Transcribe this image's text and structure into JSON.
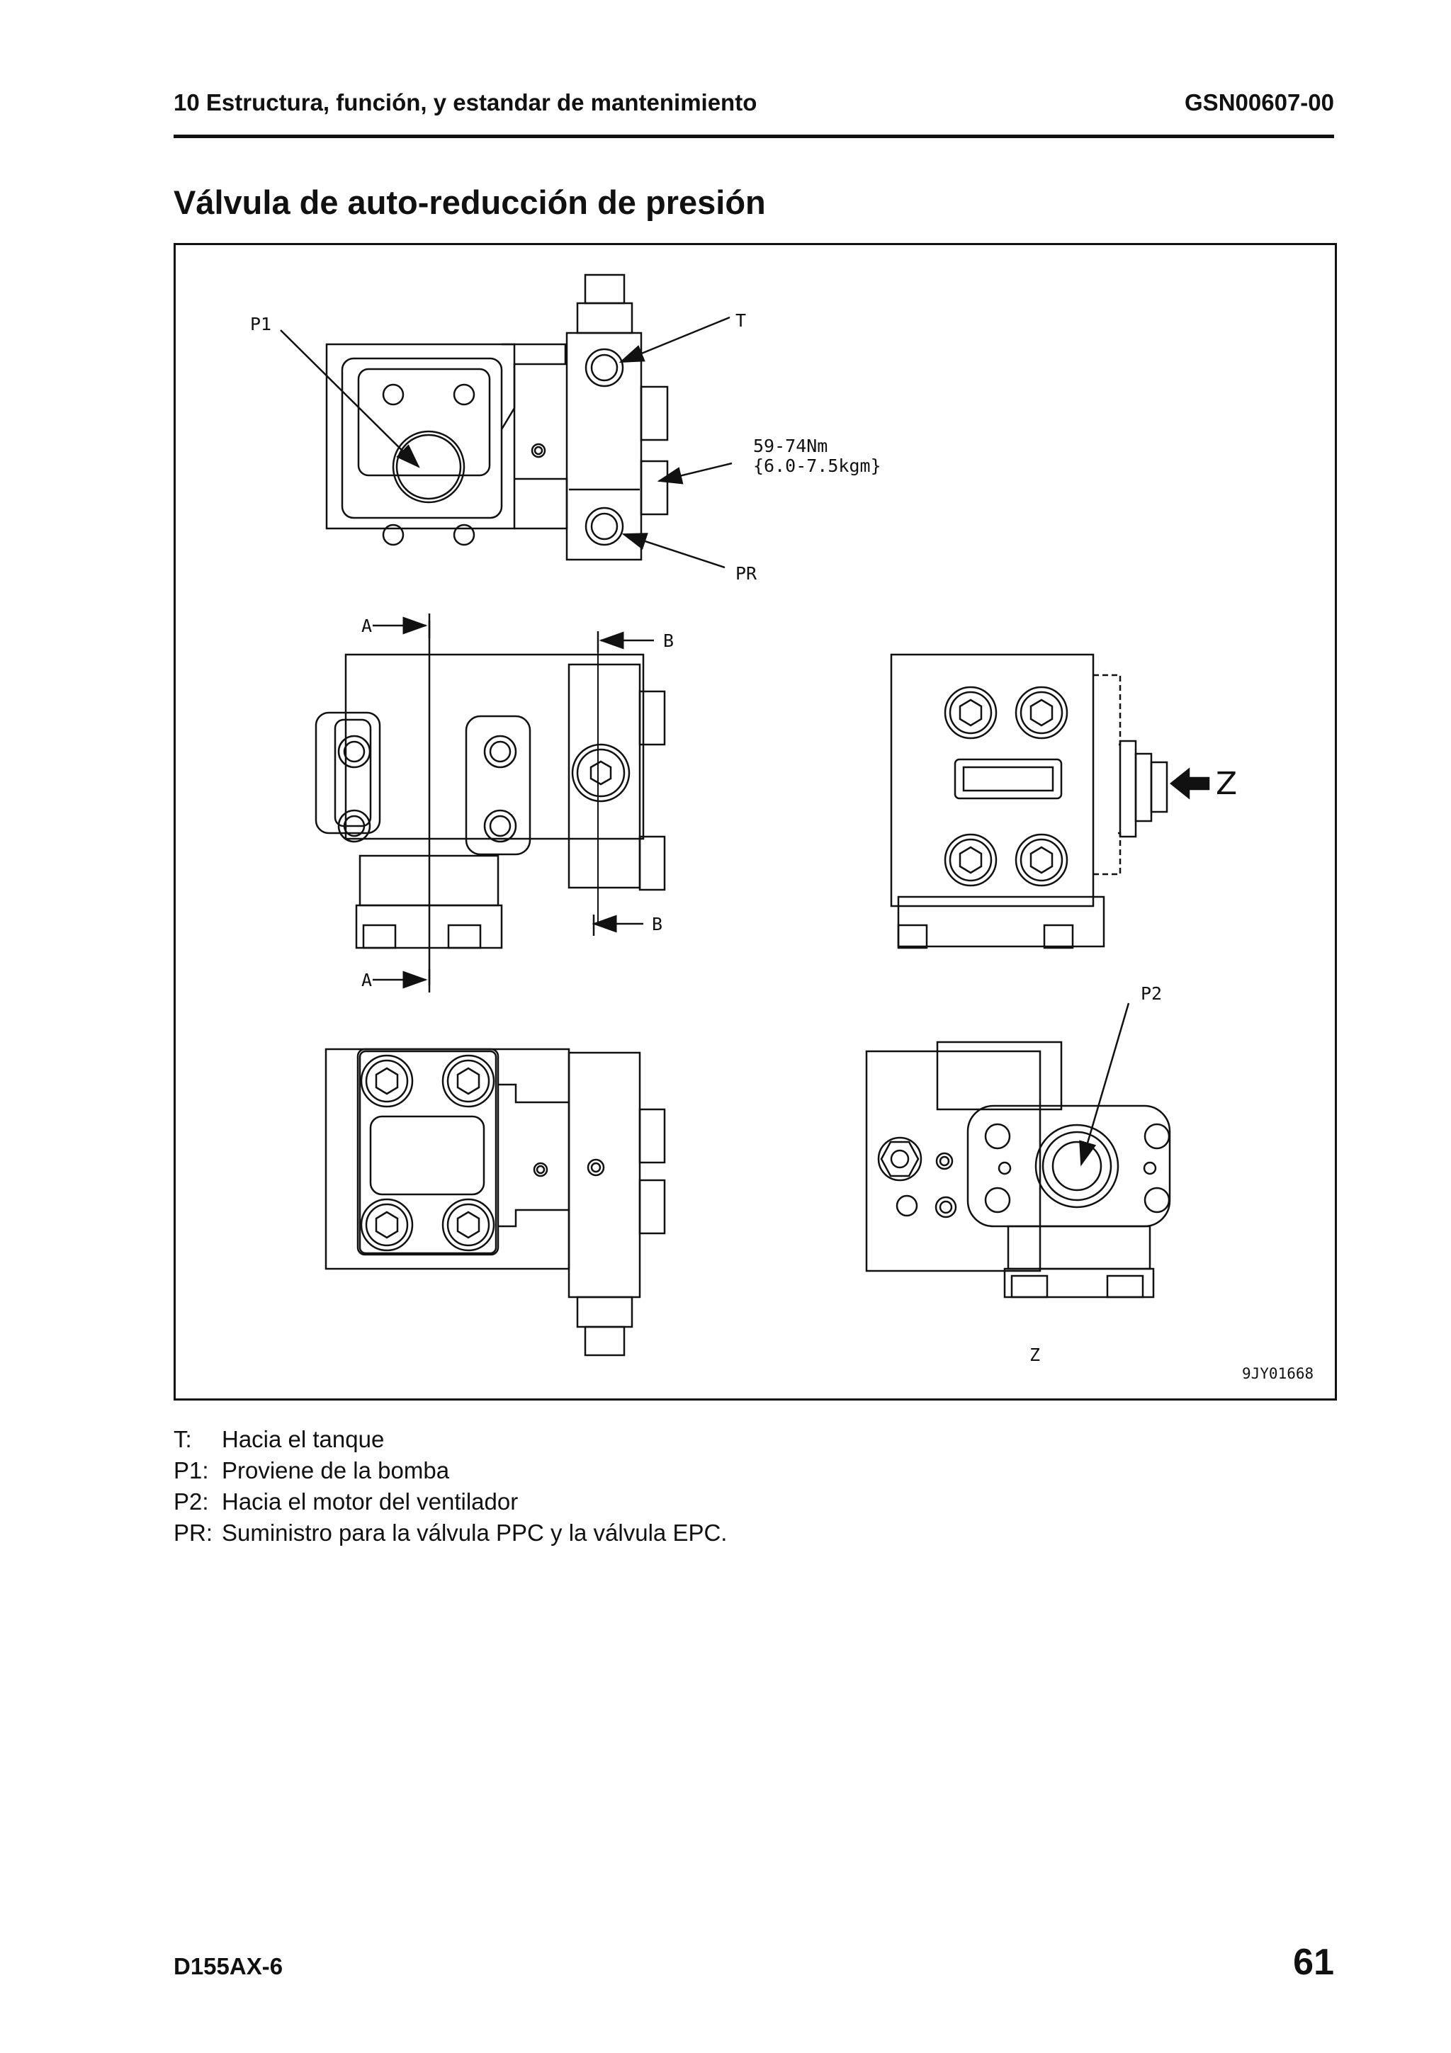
{
  "header": {
    "section": "10 Estructura, función, y estandar de mantenimiento",
    "doc_code": "GSN00607-00"
  },
  "page_title": "Válvula de auto-reducción de presión",
  "figure": {
    "labels": {
      "p1": "P1",
      "t": "T",
      "torque_line1": "59-74Nm",
      "torque_line2": "{6.0-7.5kgm}",
      "pr": "PR",
      "a_top": "A",
      "b_top": "B",
      "b_bottom": "B",
      "a_bottom": "A",
      "z_arrow": "Z",
      "p2": "P2",
      "z_bottom": "Z",
      "figure_code": "9JY01668"
    }
  },
  "legend": [
    {
      "key": "T:",
      "text": "Hacia el tanque"
    },
    {
      "key": "P1:",
      "text": "Proviene de la bomba"
    },
    {
      "key": "P2:",
      "text": "Hacia el motor del ventilador"
    },
    {
      "key": "PR:",
      "text": "Suministro para la válvula PPC y la válvula EPC."
    }
  ],
  "footer": {
    "model": "D155AX-6",
    "page_number": "61"
  }
}
